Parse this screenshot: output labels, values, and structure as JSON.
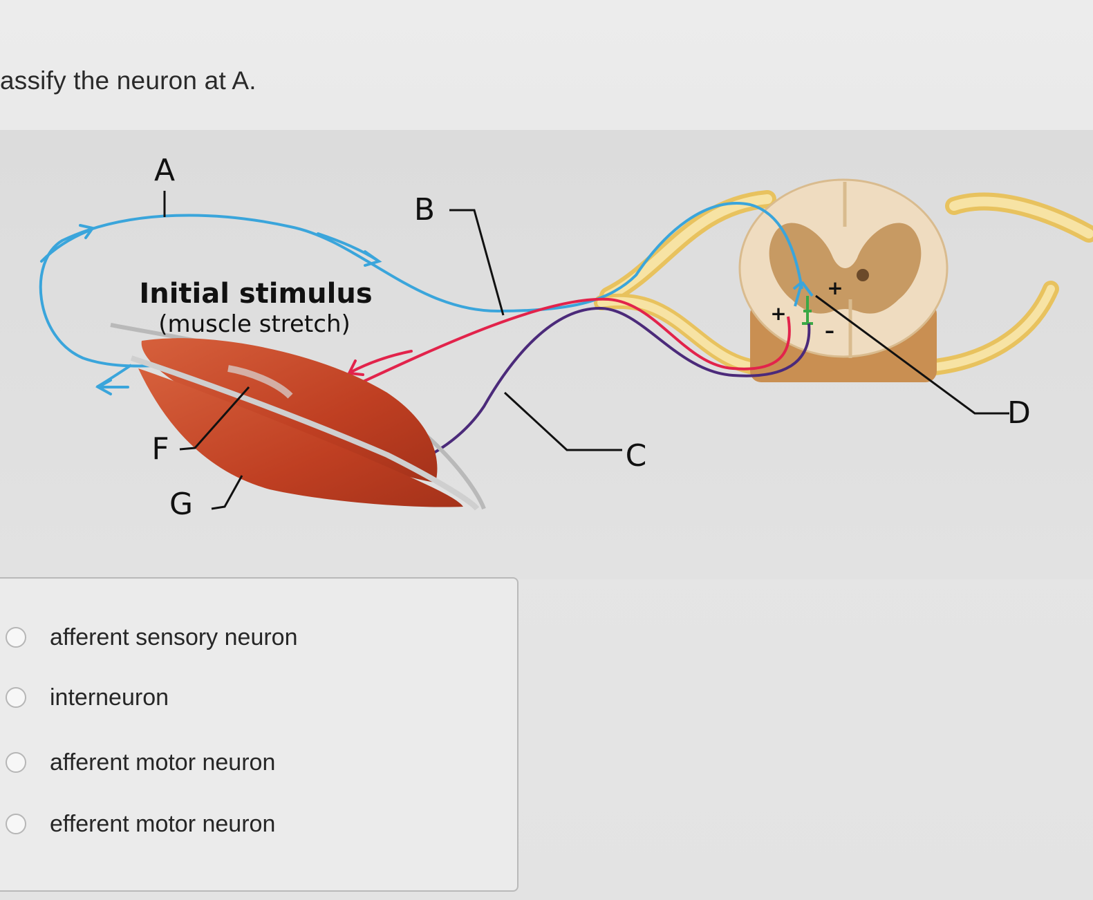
{
  "question": {
    "text": "assify the neuron at A."
  },
  "figure": {
    "labels": {
      "a": "A",
      "b": "B",
      "c": "C",
      "d": "D",
      "f": "F",
      "g": "G",
      "stimulus_title": "Initial stimulus",
      "stimulus_sub": "(muscle stretch)",
      "plus_1": "+",
      "plus_2": "+",
      "minus": "–"
    },
    "colors": {
      "sensory_neuron": "#3aa5db",
      "motor_neuron": "#e2234b",
      "antagonist_motor_neuron": "#4b2a7a",
      "interneuron": "#3aa845",
      "muscle": "#c4492a",
      "nerve": "#f2d37a",
      "grey_matter": "#c79a63",
      "white_matter": "#efdcc0"
    }
  },
  "options": [
    {
      "label": "afferent sensory neuron"
    },
    {
      "label": "interneuron"
    },
    {
      "label": "afferent motor neuron"
    },
    {
      "label": "efferent motor neuron"
    }
  ]
}
